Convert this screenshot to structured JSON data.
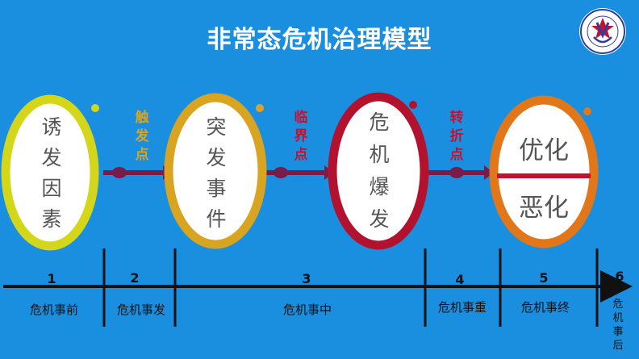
{
  "title": "非常态危机治理模型",
  "colors": {
    "background": "#1a8fe0",
    "yellow_green": "#d4d61a",
    "gold": "#d9a520",
    "crimson": "#b3122e",
    "orange": "#e2771a",
    "connector": "#7a1c4a",
    "divider": "#c8102e"
  },
  "nodes": [
    {
      "chars": [
        "诱",
        "发",
        "因",
        "素"
      ]
    },
    {
      "chars": [
        "突",
        "发",
        "事",
        "件"
      ]
    },
    {
      "chars": [
        "危",
        "机",
        "爆",
        "发"
      ]
    },
    {
      "top": "优化",
      "bottom": "恶化"
    }
  ],
  "connectors": [
    {
      "chars": [
        "触",
        "发",
        "点"
      ],
      "color": "#d9a520"
    },
    {
      "chars": [
        "临",
        "界",
        "点"
      ],
      "color": "#c8102e"
    },
    {
      "chars": [
        "转",
        "折",
        "点"
      ],
      "color": "#c8102e"
    }
  ],
  "timeline": {
    "stages": [
      {
        "num": "1",
        "label": "危机事前"
      },
      {
        "num": "2",
        "label": "危机事发"
      },
      {
        "num": "3",
        "label": "危机事中"
      },
      {
        "num": "4",
        "label": "危机事重"
      },
      {
        "num": "5",
        "label": "危机事终"
      },
      {
        "num": "6",
        "chars": [
          "危",
          "机",
          "事",
          "后"
        ]
      }
    ]
  },
  "logo_icon": "university-emblem-icon"
}
